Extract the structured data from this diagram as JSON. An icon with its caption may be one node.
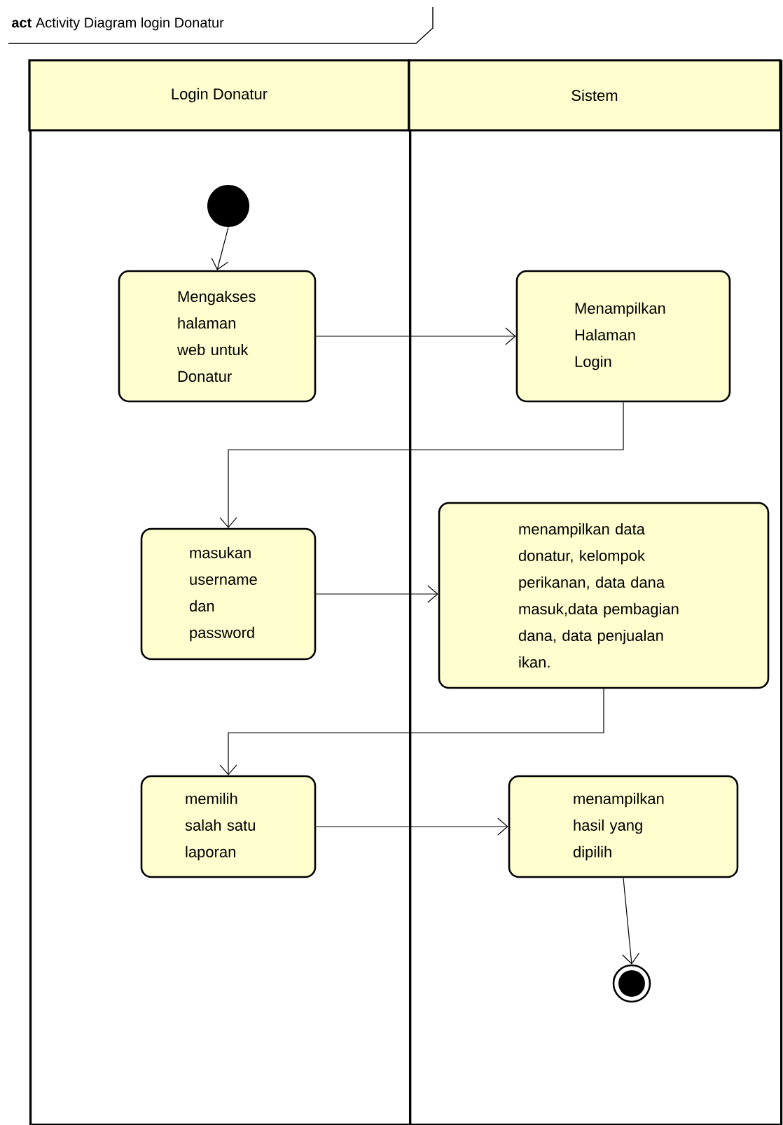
{
  "diagram": {
    "title": "**act** Activity Diagram login Donatur",
    "nodes": [
      {
        "text": [
          "Login Donatur"
        ]
      },
      {
        "text": [
          "Sistem"
        ]
      },
      {
        "text": [],
        "shape": "circle",
        "in": 0
      },
      {
        "text": [
          "Mengakses halaman web untuk Donatur"
        ],
        "in": 0
      },
      {
        "text": [
          "Menampilkan Halaman Login"
        ],
        "in": 1
      },
      {
        "text": [
          "masukan username dan password"
        ],
        "in": 0
      },
      {
        "text": [
          "menampilkan data donatur, kelompok perikanan, data dana masuk,data pembagian dana, data penjualan ikan."
        ],
        "in": 1
      },
      {
        "text": [
          "memilih salah satu laporan"
        ],
        "in": 0
      },
      {
        "text": [
          "menampilkan hasil yang dipilih"
        ],
        "in": 1
      },
      {
        "text": [],
        "shape": "circle",
        "in": 1
      }
    ],
    "edges": [
      {
        "from": 2,
        "to": 3,
        "arrow": "to"
      },
      {
        "from": 3,
        "to": 4,
        "arrow": "to"
      },
      {
        "from": 4,
        "to": 5,
        "arrow": "to"
      },
      {
        "from": 5,
        "to": 6,
        "arrow": "to"
      },
      {
        "from": 6,
        "to": 7,
        "arrow": "to"
      },
      {
        "from": 7,
        "to": 8,
        "arrow": "to"
      },
      {
        "from": 8,
        "to": 9,
        "arrow": "to"
      }
    ]
  }
}
